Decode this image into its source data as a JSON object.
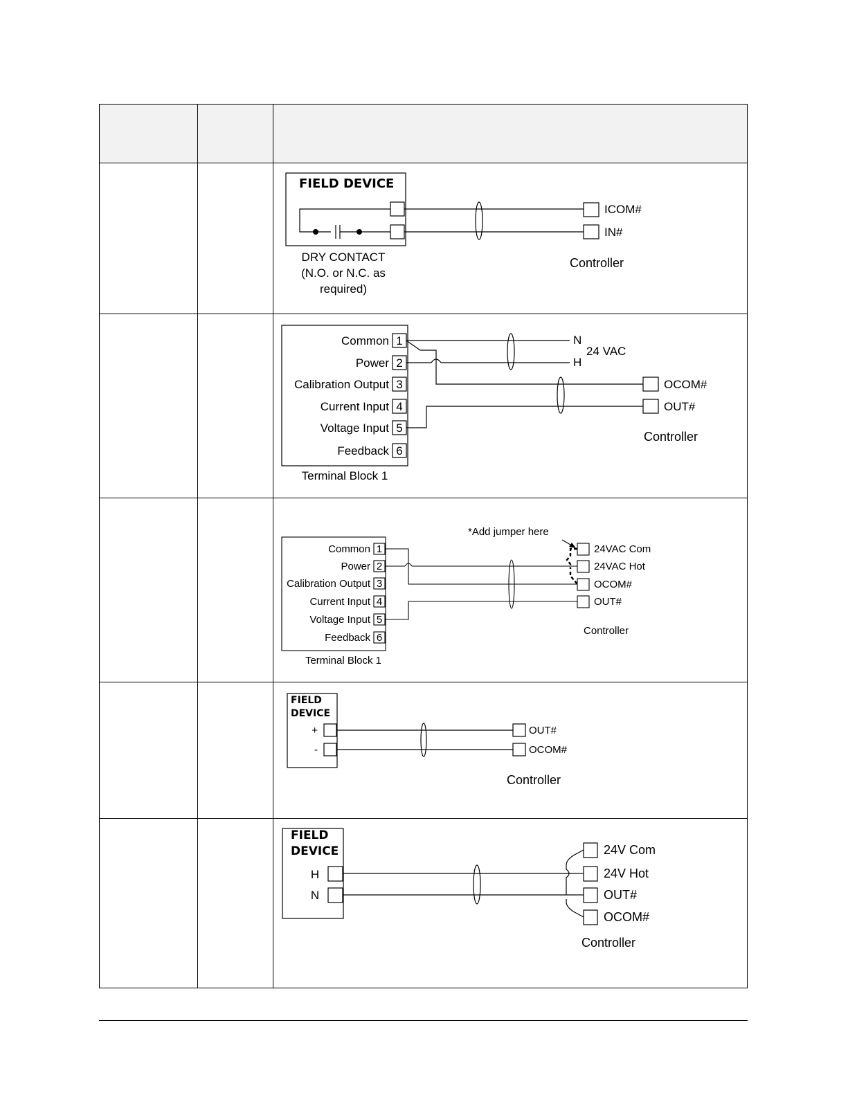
{
  "table": {
    "header": {
      "col1": "",
      "col2": "",
      "col3": ""
    },
    "rows": [
      {
        "col1": "",
        "col2": ""
      },
      {
        "col1": "",
        "col2": ""
      },
      {
        "col1": "",
        "col2": ""
      },
      {
        "col1": "",
        "col2": ""
      },
      {
        "col1": "",
        "col2": ""
      }
    ]
  },
  "diagrams": {
    "dry_contact": {
      "field_device": "FIELD DEVICE",
      "caption_lines": [
        "DRY CONTACT",
        "(N.O. or N.C. as",
        "required)"
      ],
      "terminals": [
        "ICOM#",
        "IN#"
      ],
      "controller": "Controller"
    },
    "actuator_24vac": {
      "terminals": [
        {
          "label": "Common",
          "num": "1"
        },
        {
          "label": "Power",
          "num": "2"
        },
        {
          "label": "Calibration Output",
          "num": "3"
        },
        {
          "label": "Current Input",
          "num": "4"
        },
        {
          "label": "Voltage Input",
          "num": "5"
        },
        {
          "label": "Feedback",
          "num": "6"
        }
      ],
      "block_label": "Terminal Block 1",
      "supply_n": "N",
      "supply_h": "H",
      "supply_label": "24 VAC",
      "controller_terminals": [
        "OCOM#",
        "OUT#"
      ],
      "controller": "Controller"
    },
    "actuator_jumper": {
      "terminals": [
        {
          "label": "Common",
          "num": "1"
        },
        {
          "label": "Power",
          "num": "2"
        },
        {
          "label": "Calibration Output",
          "num": "3"
        },
        {
          "label": "Current Input",
          "num": "4"
        },
        {
          "label": "Voltage Input",
          "num": "5"
        },
        {
          "label": "Feedback",
          "num": "6"
        }
      ],
      "block_label": "Terminal Block 1",
      "jumper_note": "*Add jumper here",
      "controller_terminals": [
        "24VAC Com",
        "24VAC Hot",
        "OCOM#",
        "OUT#"
      ],
      "controller": "Controller"
    },
    "dc_output": {
      "field_lines": [
        "FIELD",
        "DEVICE"
      ],
      "plus": "+",
      "minus": "-",
      "controller_terminals": [
        "OUT#",
        "OCOM#"
      ],
      "controller": "Controller"
    },
    "ac_output": {
      "field_lines": [
        "FIELD",
        "DEVICE"
      ],
      "h": "H",
      "n": "N",
      "controller_terminals": [
        "24V Com",
        "24V Hot",
        "OUT#",
        "OCOM#"
      ],
      "controller": "Controller"
    }
  }
}
